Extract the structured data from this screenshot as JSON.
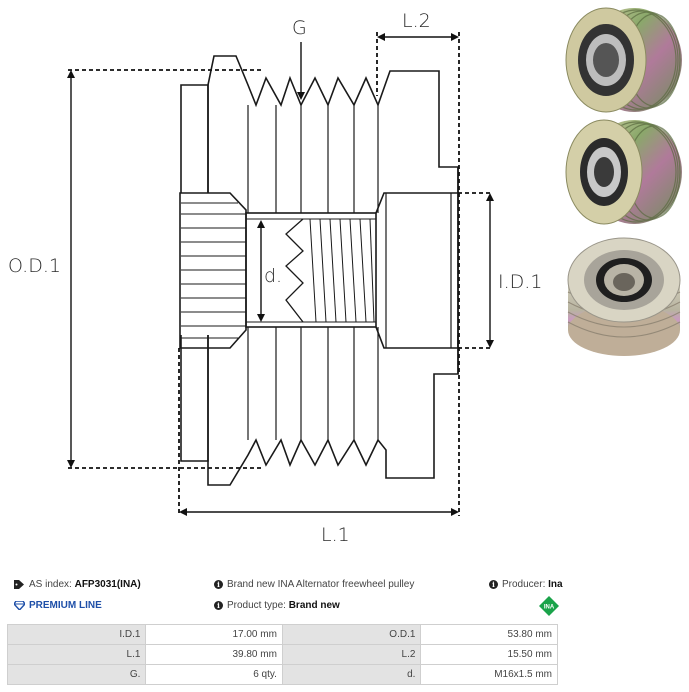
{
  "diagram": {
    "title": "Alternator freewheel pulley dimension drawing",
    "labels": {
      "od1": "O.D.1",
      "id1": "I.D.1",
      "l1": "L.1",
      "l2": "L.2",
      "g": "G",
      "d": "d."
    }
  },
  "photos": [
    {
      "name": "pulley-photo-front-spline"
    },
    {
      "name": "pulley-photo-front-bore"
    },
    {
      "name": "pulley-photo-angled"
    }
  ],
  "info": {
    "as_index_label": "AS index:",
    "as_index_value": "AFP3031(INA)",
    "premium_label": "PREMIUM LINE",
    "description": "Brand new INA Alternator freewheel pulley",
    "product_type_label": "Product type:",
    "product_type_value": "Brand new",
    "producer_label": "Producer:",
    "producer_value": "Ina",
    "producer_logo": "INA",
    "icons": {
      "tag": "tag-icon",
      "diamond": "diamond-icon",
      "info": "info-icon"
    },
    "colors": {
      "premium": "#1e4fa8",
      "ina_logo": "#1aa34a",
      "table_key_bg": "#e3e3e3"
    }
  },
  "specs": {
    "rows": [
      {
        "k1": "I.D.1",
        "v1": "17.00 mm",
        "k2": "O.D.1",
        "v2": "53.80 mm"
      },
      {
        "k1": "L.1",
        "v1": "39.80 mm",
        "k2": "L.2",
        "v2": "15.50 mm"
      },
      {
        "k1": "G.",
        "v1": "6 qty.",
        "k2": "d.",
        "v2": "M16x1.5 mm"
      }
    ]
  }
}
